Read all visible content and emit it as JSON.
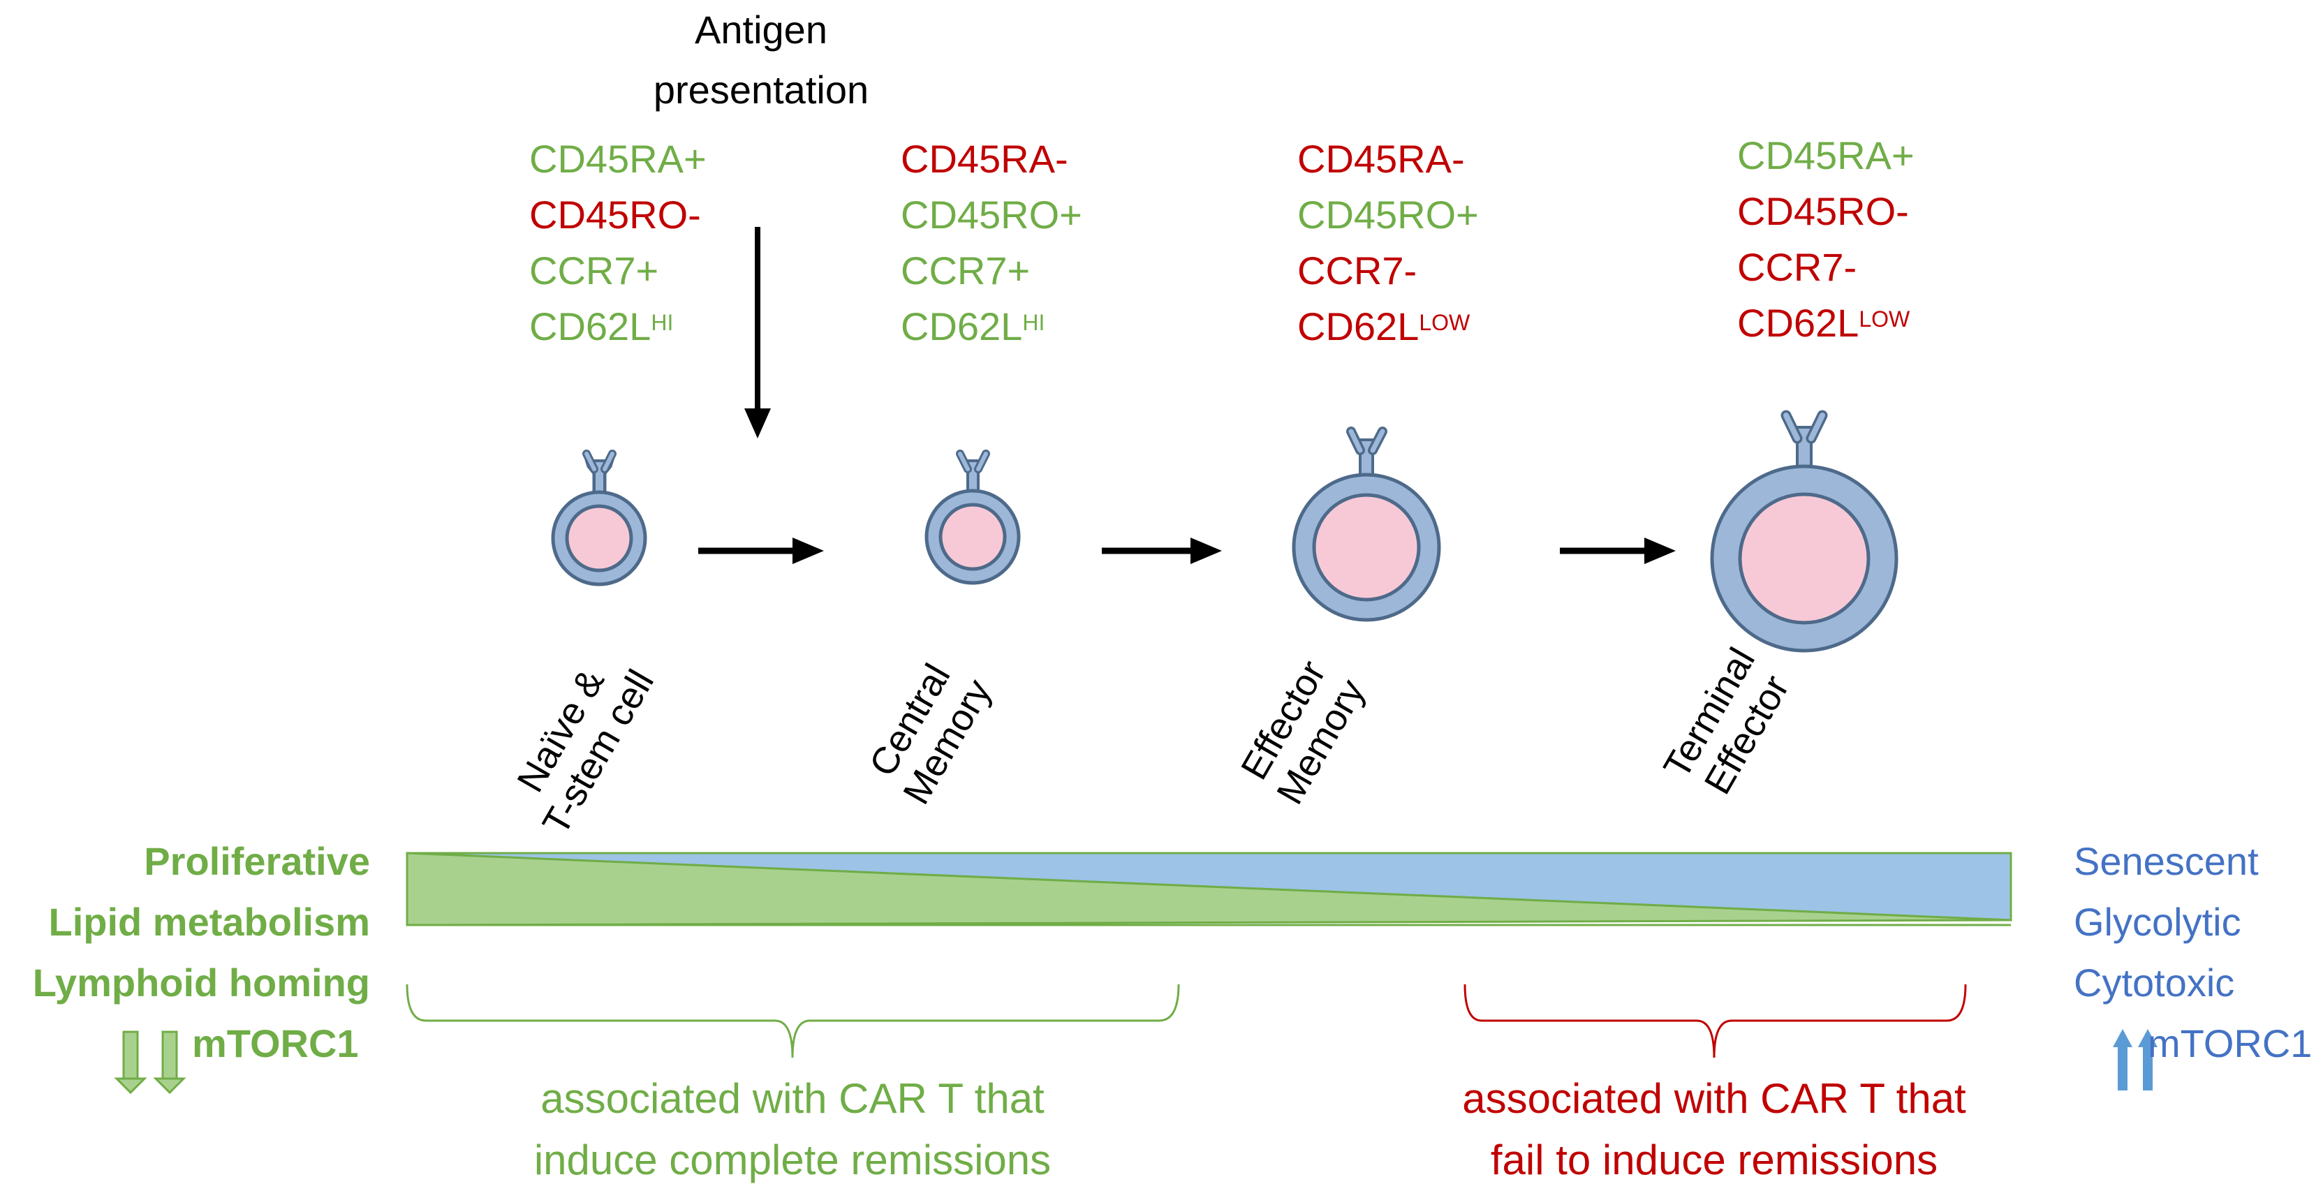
{
  "antigen_label": [
    "Antigen",
    "presentation"
  ],
  "colors": {
    "positive": "#70ad47",
    "negative": "#c00000",
    "senescent": "#4472c4",
    "cell_outer": "#9db7d8",
    "cell_inner": "#f7c9d6"
  },
  "stages": [
    {
      "label": [
        "Naïve &",
        "T-stem cell"
      ],
      "markers": [
        {
          "text": "CD45RA+",
          "sup": "",
          "color": "positive"
        },
        {
          "text": "CD45RO-",
          "sup": "",
          "color": "negative"
        },
        {
          "text": "CCR7+",
          "sup": "",
          "color": "positive"
        },
        {
          "text": "CD62L",
          "sup": "HI",
          "color": "positive"
        }
      ]
    },
    {
      "label": [
        "Central",
        "Memory"
      ],
      "markers": [
        {
          "text": "CD45RA-",
          "sup": "",
          "color": "negative"
        },
        {
          "text": "CD45RO+",
          "sup": "",
          "color": "positive"
        },
        {
          "text": "CCR7+",
          "sup": "",
          "color": "positive"
        },
        {
          "text": "CD62L",
          "sup": "HI",
          "color": "positive"
        }
      ]
    },
    {
      "label": [
        "Effector",
        "Memory"
      ],
      "markers": [
        {
          "text": "CD45RA-",
          "sup": "",
          "color": "negative"
        },
        {
          "text": "CD45RO+",
          "sup": "",
          "color": "positive"
        },
        {
          "text": "CCR7-",
          "sup": "",
          "color": "negative"
        },
        {
          "text": "CD62L",
          "sup": "LOW",
          "color": "negative"
        }
      ]
    },
    {
      "label": [
        "Terminal",
        "Effector"
      ],
      "markers": [
        {
          "text": "CD45RA+",
          "sup": "",
          "color": "positive"
        },
        {
          "text": "CD45RO-",
          "sup": "",
          "color": "negative"
        },
        {
          "text": "CCR7-",
          "sup": "",
          "color": "negative"
        },
        {
          "text": "CD62L",
          "sup": "LOW",
          "color": "negative"
        }
      ]
    }
  ],
  "left_properties": [
    "Proliferative",
    "Lipid metabolism",
    "Lymphoid homing",
    "mTORC1"
  ],
  "right_properties": [
    "Senescent",
    "Glycolytic",
    "Cytotoxic",
    "mTORC1"
  ],
  "associated_good": [
    "associated with CAR T that",
    "induce complete remissions"
  ],
  "associated_bad": [
    "associated with CAR T that",
    "fail to induce remissions"
  ]
}
